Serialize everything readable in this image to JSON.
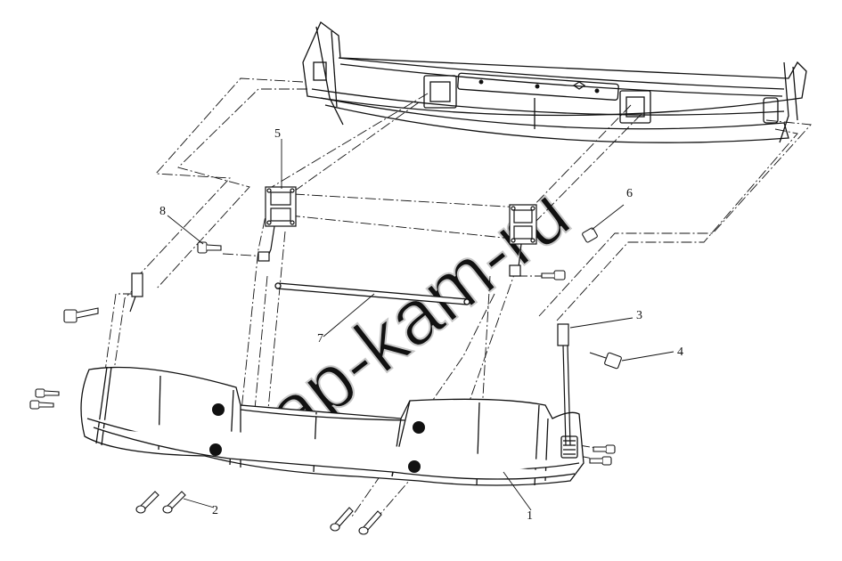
{
  "diagram": {
    "callouts": [
      {
        "id": "1",
        "text": "1"
      },
      {
        "id": "2",
        "text": "2"
      },
      {
        "id": "3",
        "text": "3"
      },
      {
        "id": "4",
        "text": "4"
      },
      {
        "id": "5",
        "text": "5"
      },
      {
        "id": "6",
        "text": "6"
      },
      {
        "id": "7",
        "text": "7"
      },
      {
        "id": "8",
        "text": "8"
      }
    ],
    "watermark": "zap-kam-ru"
  },
  "colors": {
    "ink": "#111111",
    "watermark": "#c8c8c8",
    "background": "#ffffff"
  }
}
